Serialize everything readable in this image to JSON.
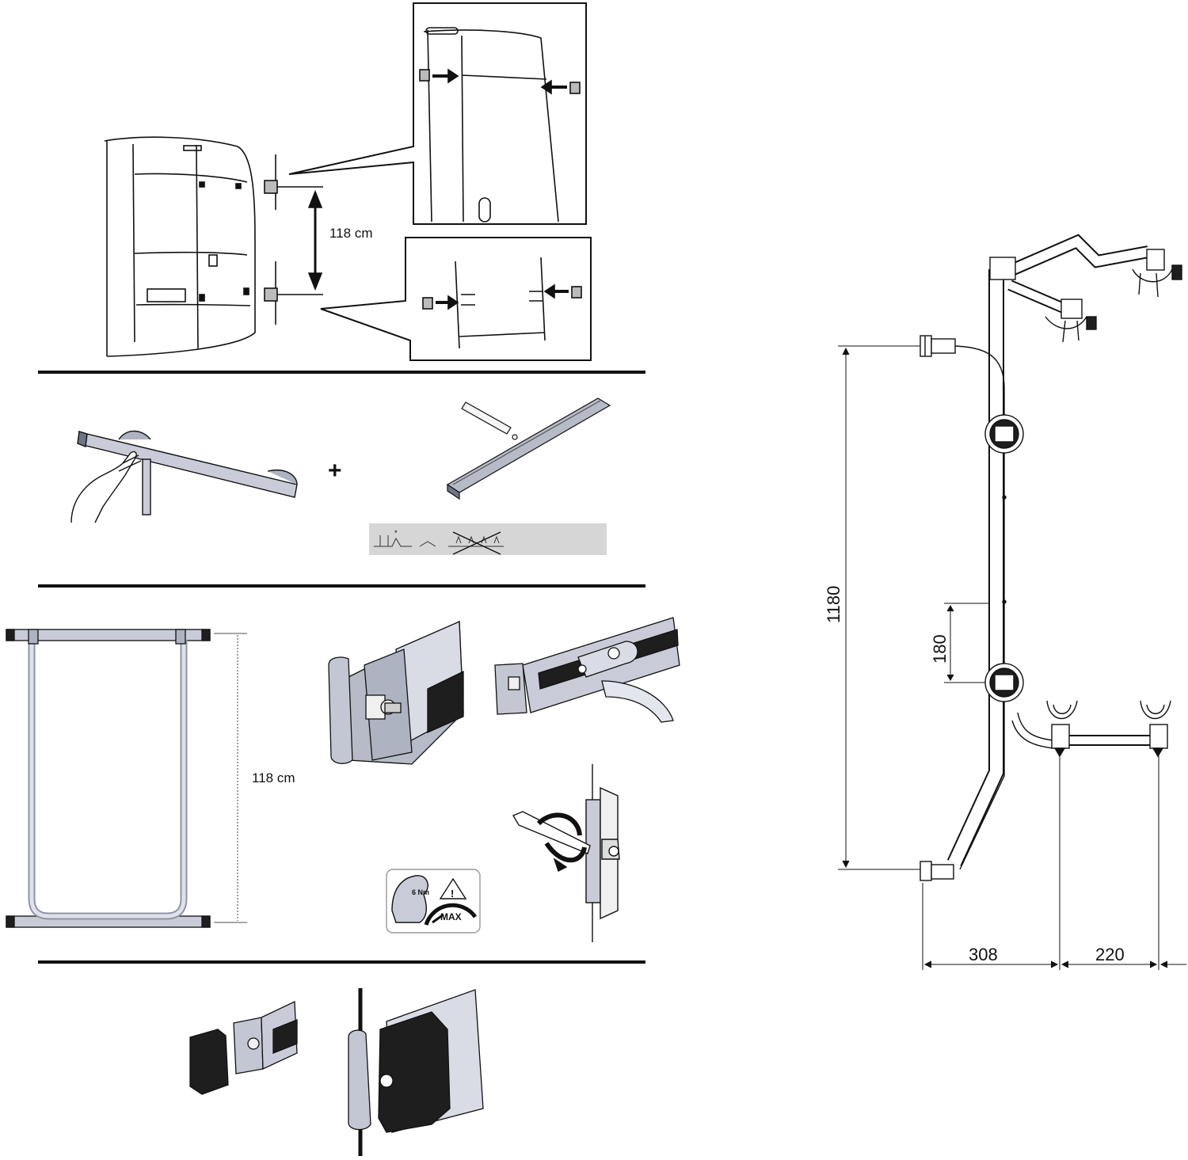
{
  "top_panel": {
    "height_label": "118 cm"
  },
  "glue_panel": {
    "plus_sign": "+"
  },
  "frame_panel": {
    "height_label": "118 cm",
    "torque": {
      "value_label": "6 Nm",
      "max_label": "MAX",
      "warning_symbol": "!"
    }
  },
  "dimension_drawing": {
    "total_height_label": "1180",
    "mount_spacing_label": "180",
    "offset_label": "308",
    "rail_spacing_label": "220"
  },
  "colors": {
    "line": "#111111",
    "metal": "#c9ccd8",
    "metal_dark": "#8f94a6",
    "rubber": "#1e1e1e",
    "panel_gray": "#d6d6d6"
  }
}
